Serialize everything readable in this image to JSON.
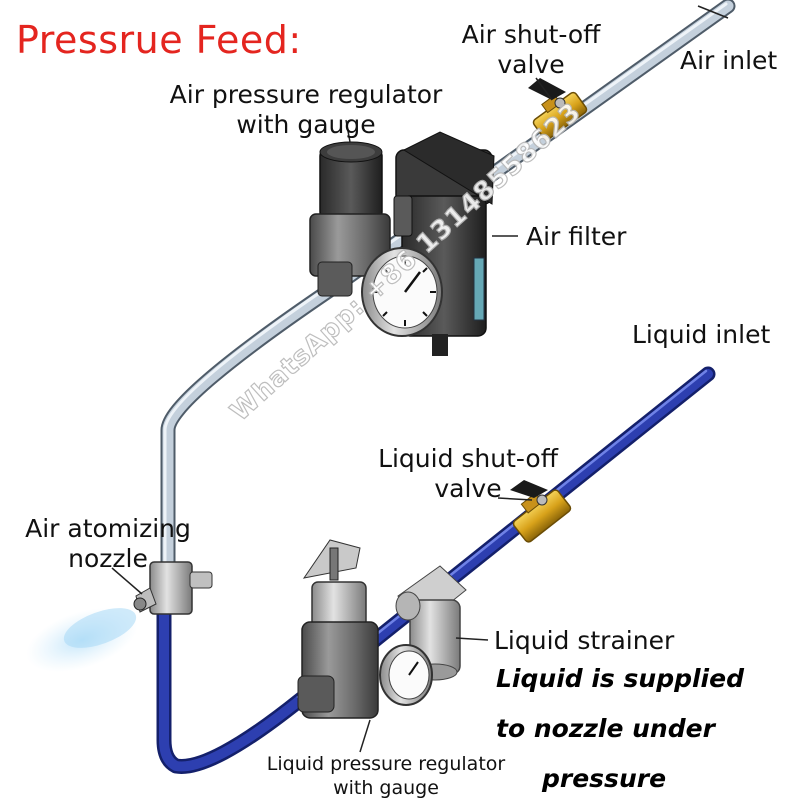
{
  "title": "Pressrue Feed:",
  "labels": {
    "air_shutoff_line1": "Air shut-off",
    "air_shutoff_line2": "valve",
    "air_inlet": "Air inlet",
    "air_regulator_line1": "Air pressure regulator",
    "air_regulator_line2": "with gauge",
    "air_filter": "Air filter",
    "liquid_inlet": "Liquid inlet",
    "liquid_shutoff_line1": "Liquid shut-off",
    "liquid_shutoff_line2": "valve",
    "nozzle_line1": "Air atomizing",
    "nozzle_line2": "nozzle",
    "liquid_strainer": "Liquid strainer",
    "liquid_regulator_line1": "Liquid pressure regulator",
    "liquid_regulator_line2": "with gauge"
  },
  "note": {
    "line1": "Liquid is supplied",
    "line2": "to nozzle under",
    "line3": "pressure"
  },
  "watermark": "WhatsApp: +86 13148558623",
  "colors": {
    "title": "#e4251f",
    "air_pipe": "#b9c6d4",
    "liquid_pipe": "#2d3fb0",
    "valve_body": "#d8a21a",
    "valve_handle": "#1a1a1a",
    "component_body": "#6f6f6f",
    "spray": "#9fd0f0"
  }
}
